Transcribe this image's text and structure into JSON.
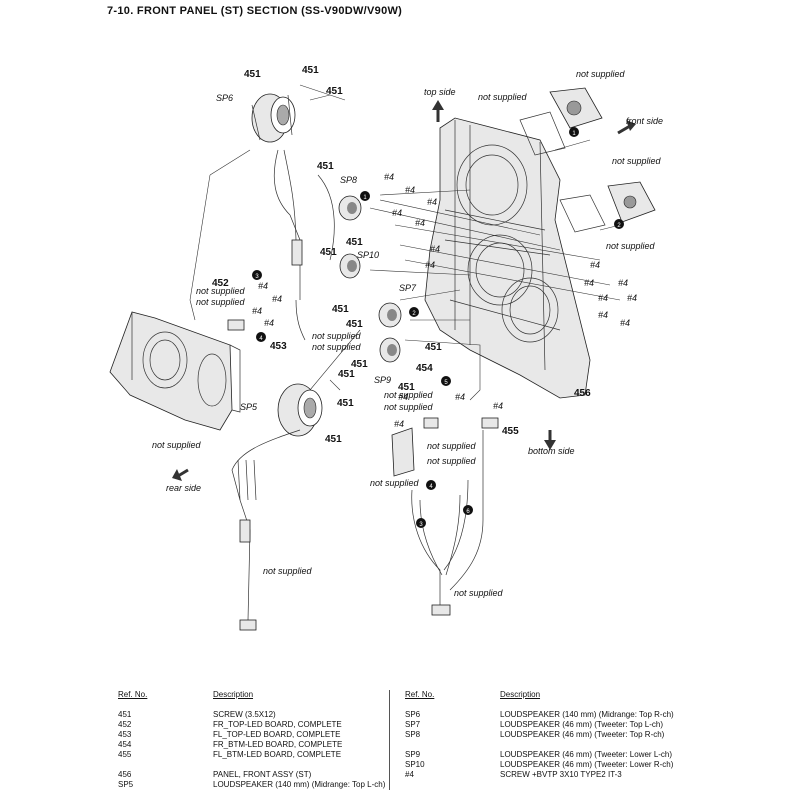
{
  "title": "7-10.  FRONT  PANEL (ST)  SECTION (SS-V90DW/V90W)",
  "labels": {
    "not_supplied": "not supplied",
    "top_side": "top side",
    "front_side": "front side",
    "bottom_side": "bottom side",
    "rear_side": "rear side"
  },
  "refs": {
    "r451": "451",
    "r452": "452",
    "r453": "453",
    "r454": "454",
    "r455": "455",
    "r456": "456",
    "h4": "#4",
    "sp5": "SP5",
    "sp6": "SP6",
    "sp7": "SP7",
    "sp8": "SP8",
    "sp9": "SP9",
    "sp10": "SP10",
    "c1": "1",
    "c2": "2",
    "c3": "3",
    "c4": "4",
    "c5": "5",
    "c6": "6"
  },
  "parts_table": {
    "ref_header": "Ref. No.",
    "desc_header": "Description",
    "left": [
      {
        "ref": "451",
        "desc": "SCREW (3.5X12)"
      },
      {
        "ref": "452",
        "desc": "FR_TOP-LED BOARD, COMPLETE"
      },
      {
        "ref": "453",
        "desc": "FL_TOP-LED BOARD, COMPLETE"
      },
      {
        "ref": "454",
        "desc": "FR_BTM-LED BOARD, COMPLETE"
      },
      {
        "ref": "455",
        "desc": "FL_BTM-LED BOARD, COMPLETE"
      },
      {
        "ref": "456",
        "desc": "PANEL, FRONT ASSY (ST)"
      },
      {
        "ref": "SP5",
        "desc": "LOUDSPEAKER (140 mm) (Midrange: Top L-ch)"
      }
    ],
    "right": [
      {
        "ref": "SP6",
        "desc": "LOUDSPEAKER (140 mm) (Midrange: Top R-ch)"
      },
      {
        "ref": "SP7",
        "desc": "LOUDSPEAKER (46 mm) (Tweeter: Top L-ch)"
      },
      {
        "ref": "SP8",
        "desc": "LOUDSPEAKER (46 mm) (Tweeter: Top R-ch)"
      },
      {
        "ref": "SP9",
        "desc": "LOUDSPEAKER (46 mm) (Tweeter: Lower L-ch)"
      },
      {
        "ref": "SP10",
        "desc": "LOUDSPEAKER (46 mm) (Tweeter: Lower R-ch)"
      },
      {
        "ref": "#4",
        "desc": "SCREW +BVTP 3X10 TYPE2 IT-3"
      }
    ]
  }
}
